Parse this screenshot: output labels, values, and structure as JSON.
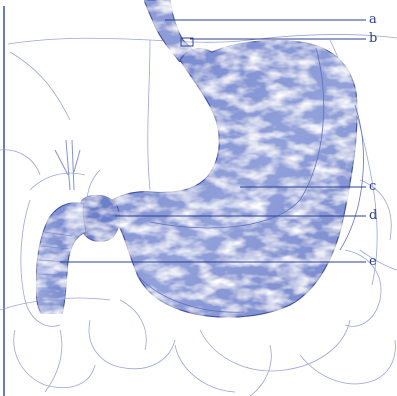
{
  "diagram": {
    "labels": [
      {
        "id": "a",
        "text": "a"
      },
      {
        "id": "b",
        "text": "b"
      },
      {
        "id": "c",
        "text": "c"
      },
      {
        "id": "d",
        "text": "d"
      },
      {
        "id": "e",
        "text": "e"
      }
    ],
    "colors": {
      "organ_fill": "#8c9bd6",
      "organ_dark": "#4f63b3",
      "outline": "#3a4d9c",
      "leader_line": "#2b3f8f",
      "faint_outline": "#9aa6d4",
      "border": "#3d4fa3"
    }
  }
}
